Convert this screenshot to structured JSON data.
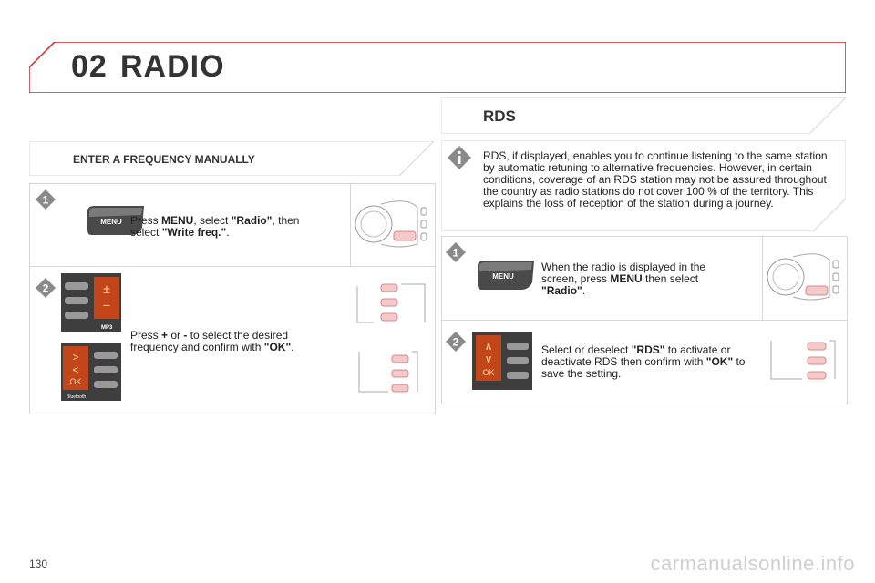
{
  "chapter": {
    "number": "02",
    "title": "RADIO"
  },
  "left": {
    "title": "ENTER A FREQUENCY MANUALLY",
    "step1": {
      "badge": "1",
      "button_label": "MENU",
      "p1": "Press ",
      "b1": "MENU",
      "p2": ", select ",
      "b2": "\"Radio\"",
      "p3": ", then select ",
      "b3": "\"Write freq.\"",
      "p4": "."
    },
    "step2": {
      "badge": "2",
      "p1": "Press ",
      "b1": "+",
      "p2": " or ",
      "b2": "-",
      "p3": " to select the desired frequency and confirm with ",
      "b3": "\"OK\"",
      "p4": ".",
      "mp3_label": "MP3",
      "ok_label": "OK",
      "bluetooth_label": "Bluetooth"
    }
  },
  "right": {
    "title": "RDS",
    "info": "RDS, if displayed, enables you to continue listening to the same station by automatic retuning to alternative frequencies. However, in certain conditions, coverage of an RDS station may not be assured throughout the country as radio stations do not cover 100 % of the territory. This explains the loss of reception of the station during a journey.",
    "step1": {
      "badge": "1",
      "button_label": "MENU",
      "p1": "When the radio is displayed in the screen, press ",
      "b1": "MENU",
      "p2": " then select ",
      "b2": "\"Radio\"",
      "p3": "."
    },
    "step2": {
      "badge": "2",
      "p1": "Select or deselect ",
      "b1": "\"RDS\"",
      "p2": " to activate or deactivate RDS then confirm with ",
      "b2": "\"OK\"",
      "p3": " to save the setting.",
      "ok_label": "OK"
    }
  },
  "footer": {
    "page_number": "130",
    "watermark": "carmanualsonline.info"
  },
  "colors": {
    "accent": "#d0222a",
    "badge_grey": "#8a8a8a",
    "border": "#d6d6d6"
  }
}
